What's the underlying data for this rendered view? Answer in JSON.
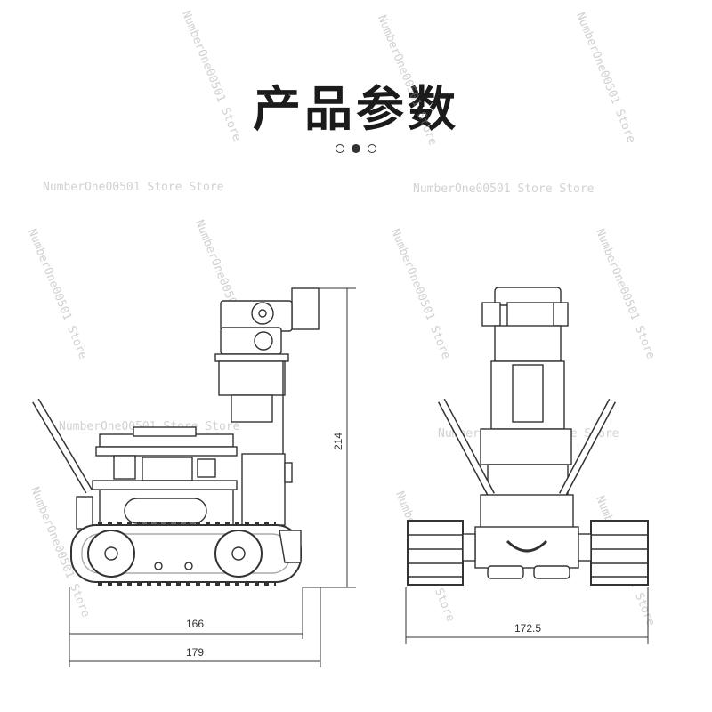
{
  "title": "产品参数",
  "pager": {
    "count": 3,
    "active_index": 1
  },
  "watermark": {
    "horizontal": "NumberOne00501 Store Store",
    "diagonal": "NumberOne00501 Store"
  },
  "side_view": {
    "height_label": "214",
    "inner_length_label": "166",
    "total_length_label": "179"
  },
  "front_view": {
    "width_label": "172.5"
  },
  "colors": {
    "line": "#333333",
    "light": "#d8d8d8"
  }
}
